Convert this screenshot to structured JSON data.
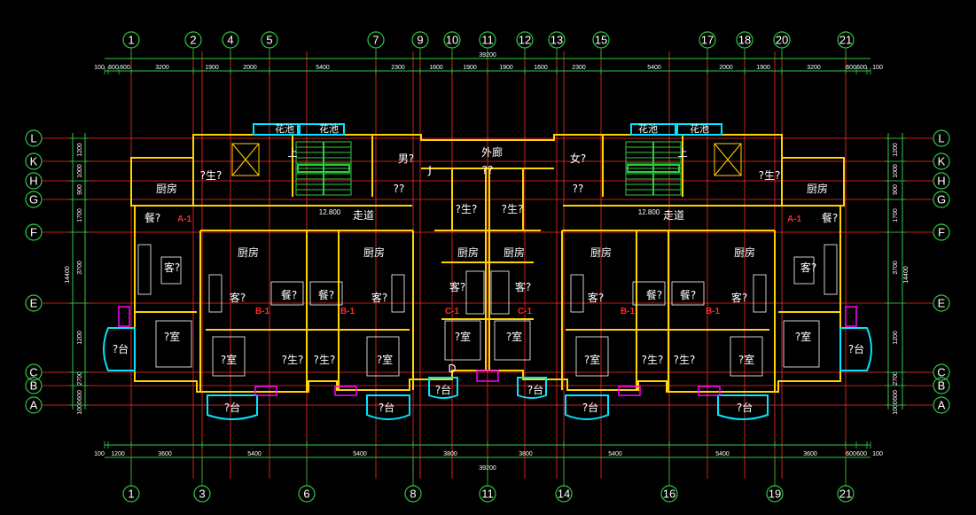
{
  "axes_top": [
    "1",
    "2",
    "4",
    "5",
    "7",
    "9",
    "10",
    "11",
    "12",
    "13",
    "15",
    "17",
    "18",
    "20",
    "21"
  ],
  "axes_bottom": [
    "1",
    "3",
    "6",
    "8",
    "11",
    "14",
    "16",
    "19",
    "21"
  ],
  "axes_rows": [
    "L",
    "K",
    "H",
    "G",
    "F",
    "E",
    "C",
    "B",
    "A"
  ],
  "dims_top_segments": [
    "100",
    "600",
    "600",
    "3200",
    "1900",
    "2000",
    "5400",
    "2300",
    "1600",
    "1900",
    "1900",
    "1600",
    "2300",
    "5400",
    "2000",
    "1900",
    "3200",
    "600",
    "600",
    "100"
  ],
  "dim_top_total": "39200",
  "dims_bottom_segments": [
    "100",
    "1200",
    "3600",
    "5400",
    "5400",
    "3800",
    "3800",
    "5400",
    "5400",
    "3600",
    "600",
    "600",
    "100"
  ],
  "dim_bottom_total": "39200",
  "dims_left_segments": [
    "1200",
    "1000",
    "900",
    "1700",
    "3700",
    "1200",
    "2700",
    "600",
    "1000"
  ],
  "dims_left_total": "14400",
  "dims_right_segments": [
    "1200",
    "1000",
    "900",
    "1700",
    "3700",
    "1200",
    "2700",
    "600",
    "1000"
  ],
  "dims_right_total": "14400",
  "labels": {
    "planter": "花池",
    "outer_corridor": "外廊",
    "walkway": "走道",
    "elevation": "12.800",
    "kitchen": "厨房",
    "living": "客?",
    "dining": "餐?",
    "bedroom": "?室",
    "bath": "?生?",
    "balcony": "?台",
    "male": "男?",
    "female": "女?",
    "unknown": "??",
    "tag_j": "J",
    "tag_d": "D",
    "up": "上",
    "unit_a1": "A-1",
    "unit_b1": "B-1",
    "unit_c1": "C-1"
  },
  "colors": {
    "background": "#000000",
    "axis_line": "#ff2a2a",
    "axis_circle": "#2ecc40",
    "dimension": "#2ecc40",
    "wall": "#ffd400",
    "window": "#00e5ff",
    "furniture": "#ffffff",
    "stair": "#2ecc40",
    "unit_tag": "#ff2a2a",
    "magenta": "#ff00ff"
  }
}
